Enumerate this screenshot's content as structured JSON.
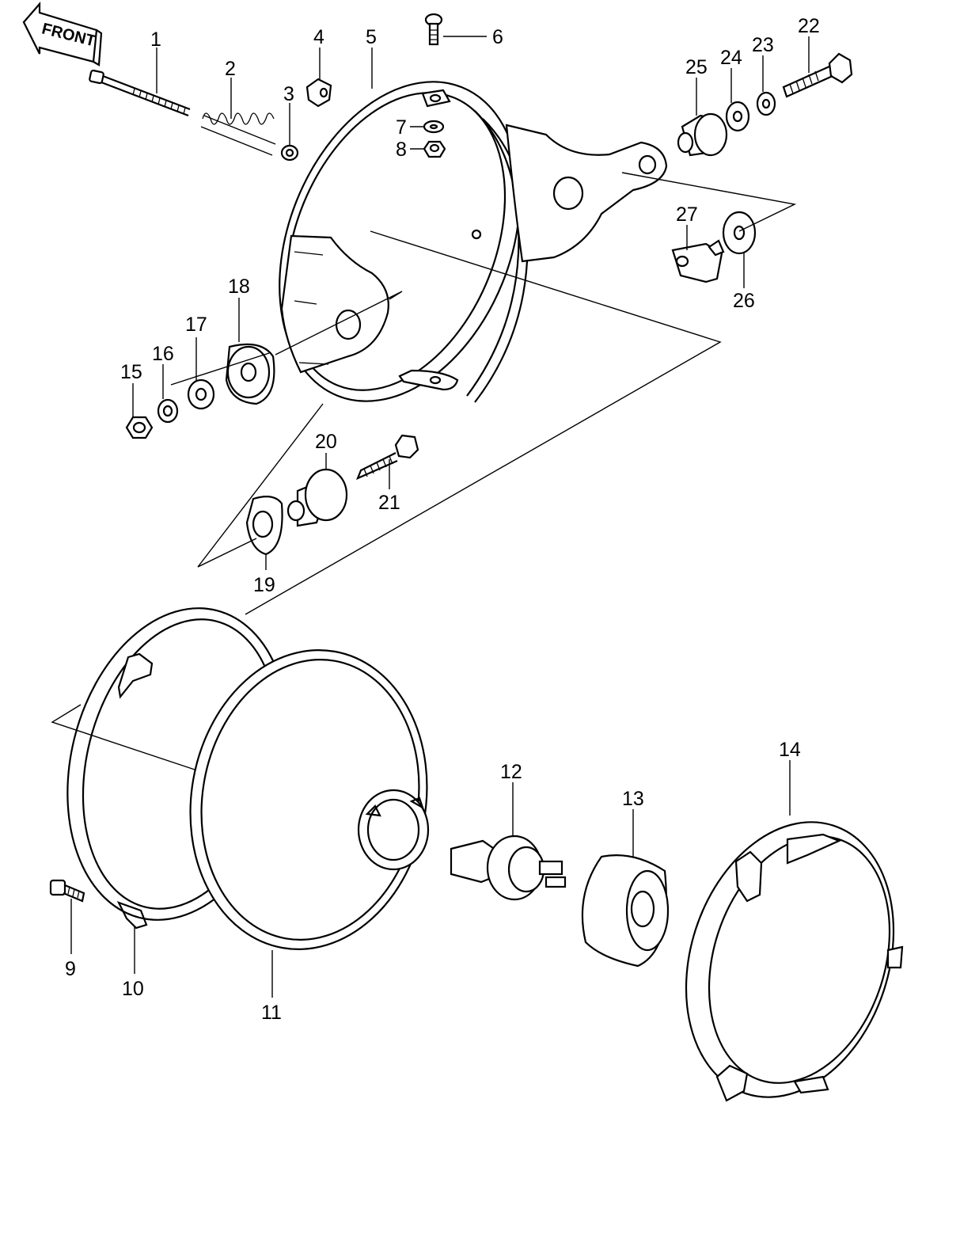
{
  "front_label": "FRONT",
  "parts": {
    "p1": "1",
    "p2": "2",
    "p3": "3",
    "p4": "4",
    "p5": "5",
    "p6": "6",
    "p7": "7",
    "p8": "8",
    "p9": "9",
    "p10": "10",
    "p11": "11",
    "p12": "12",
    "p13": "13",
    "p14": "14",
    "p15": "15",
    "p16": "16",
    "p17": "17",
    "p18": "18",
    "p19": "19",
    "p20": "20",
    "p21": "21",
    "p22": "22",
    "p23": "23",
    "p24": "24",
    "p25": "25",
    "p26": "26",
    "p27": "27"
  }
}
